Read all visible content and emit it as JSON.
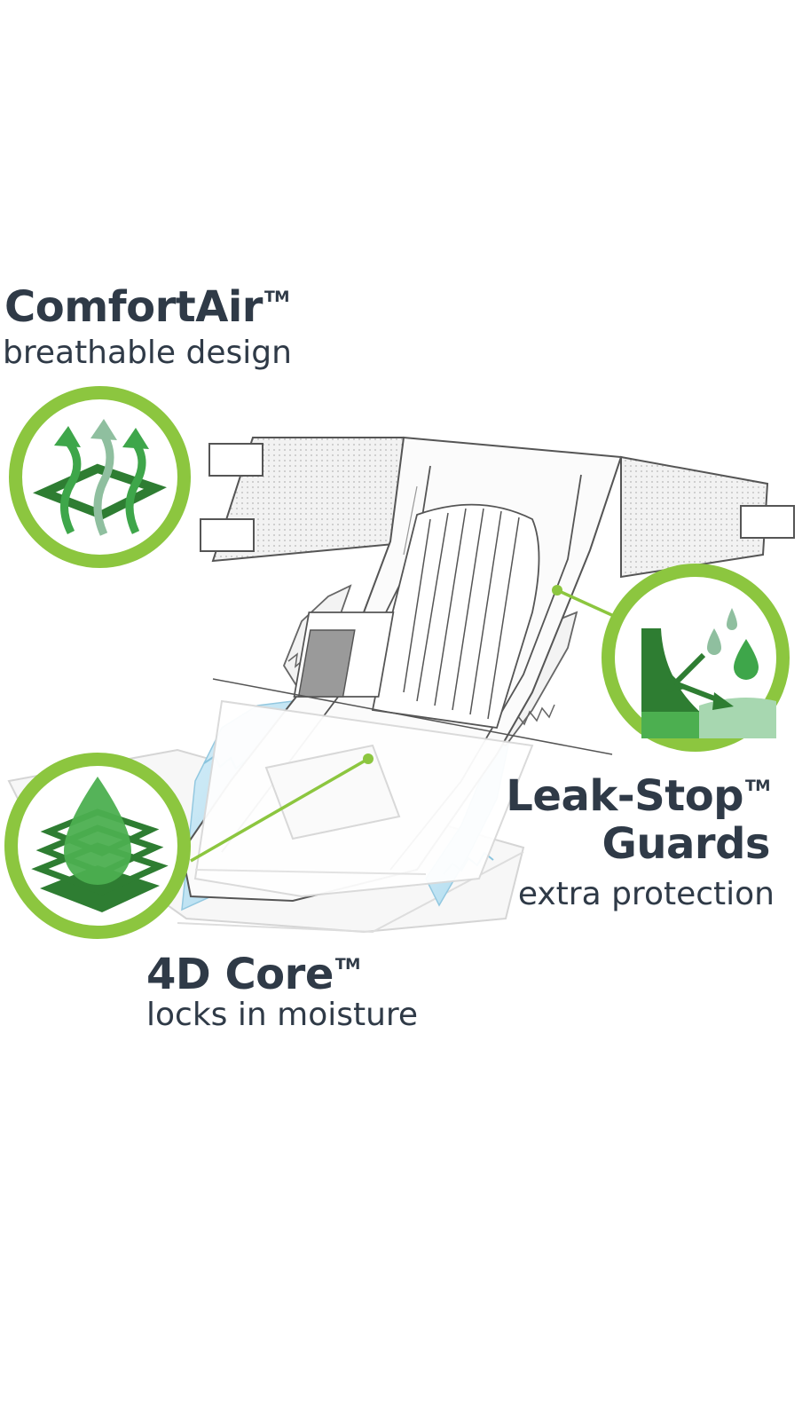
{
  "features": {
    "comfortair": {
      "title": "ComfortAir",
      "tm": "TM",
      "subtitle": "breathable design"
    },
    "leakstop": {
      "title_line1": "Leak-Stop",
      "tm": "TM",
      "title_line2": "Guards",
      "subtitle": "extra protection"
    },
    "core": {
      "title": "4D Core",
      "tm": "TM",
      "subtitle": "locks in moisture"
    }
  },
  "icons": {
    "comfortair": "breathable-airflow-icon",
    "leakstop": "leak-guard-droplets-icon",
    "core": "layered-core-droplet-icon"
  },
  "colors": {
    "ring": "#8cc63f",
    "dark_green": "#2e7d32",
    "mid_green": "#4caf50",
    "pale_green": "#8fbf9f",
    "text": "#2f3a47",
    "ruffle_blue": "#bfe3f2"
  }
}
